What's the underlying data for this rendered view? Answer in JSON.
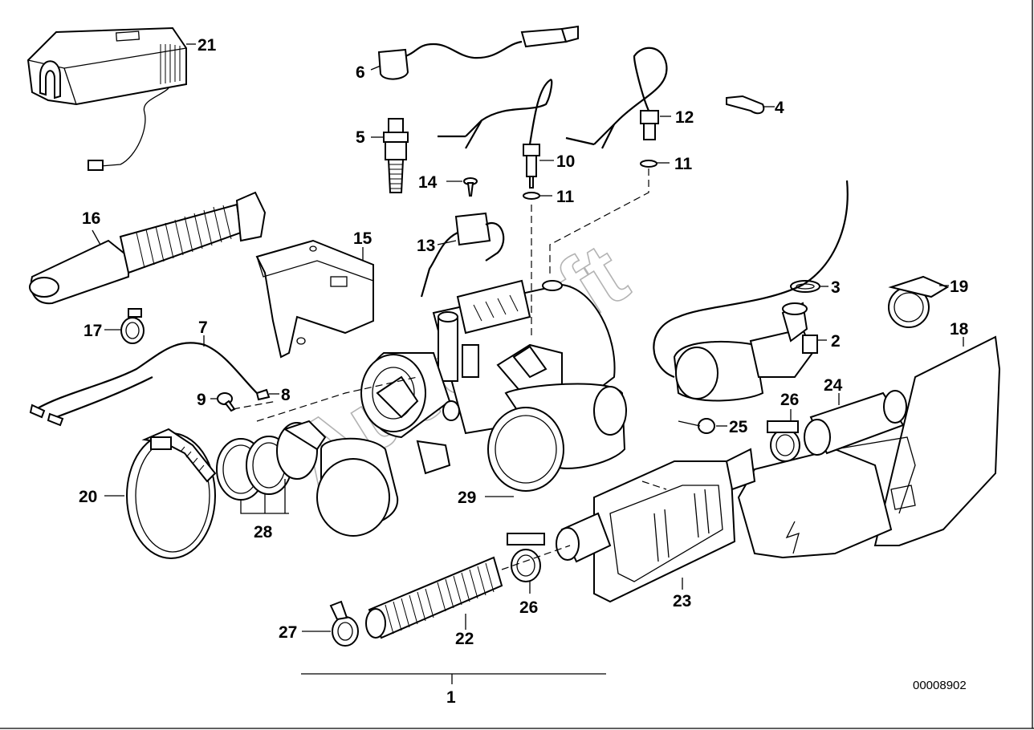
{
  "diagram": {
    "callouts": {
      "c1": "1",
      "c2": "2",
      "c3": "3",
      "c4": "4",
      "c5": "5",
      "c6": "6",
      "c7": "7",
      "c8": "8",
      "c9": "9",
      "c10": "10",
      "c11a": "11",
      "c11b": "11",
      "c12": "12",
      "c13": "13",
      "c14": "14",
      "c15": "15",
      "c16": "16",
      "c17": "17",
      "c18": "18",
      "c19": "19",
      "c20": "20",
      "c21": "21",
      "c22": "22",
      "c23": "23",
      "c24": "24",
      "c25": "25",
      "c26a": "26",
      "c26b": "26",
      "c27": "27",
      "c28": "28",
      "c29": "29"
    },
    "document_number": "00008902",
    "watermark": "AutoSoft"
  }
}
